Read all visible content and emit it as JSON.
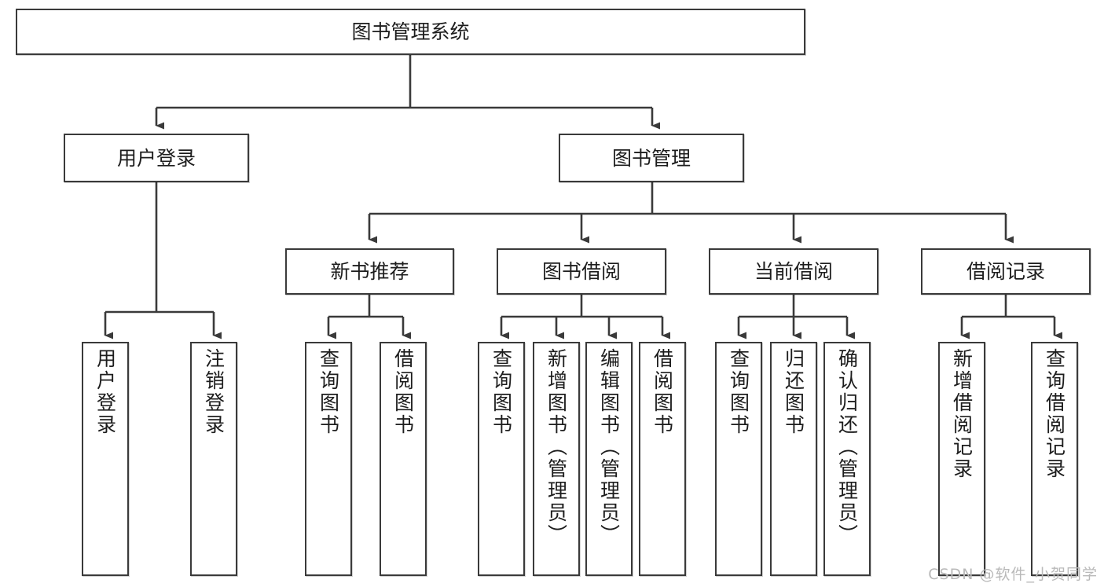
{
  "diagram": {
    "title": "图书管理系统",
    "watermark": "CSDN @软件_小贺同学",
    "colors": {
      "stroke": "#3a3a3a",
      "fill": "#ffffff",
      "text": "#1d1d1d",
      "watermark": "#b9b9b9"
    },
    "nodes": {
      "root": {
        "label": "图书管理系统"
      },
      "level2": [
        {
          "label": "用户登录"
        },
        {
          "label": "图书管理"
        }
      ],
      "level3": [
        {
          "label": "新书推荐"
        },
        {
          "label": "图书借阅"
        },
        {
          "label": "当前借阅"
        },
        {
          "label": "借阅记录"
        }
      ],
      "leaves": [
        {
          "label": "用户登录"
        },
        {
          "label": "注销登录"
        },
        {
          "label": "查询图书"
        },
        {
          "label": "借阅图书"
        },
        {
          "label": "查询图书"
        },
        {
          "label": "新增图书（管理员）"
        },
        {
          "label": "编辑图书（管理员）"
        },
        {
          "label": "借阅图书"
        },
        {
          "label": "查询图书"
        },
        {
          "label": "归还图书"
        },
        {
          "label": "确认归还（管理员）"
        },
        {
          "label": "新增借阅记录"
        },
        {
          "label": "查询借阅记录"
        }
      ]
    }
  }
}
